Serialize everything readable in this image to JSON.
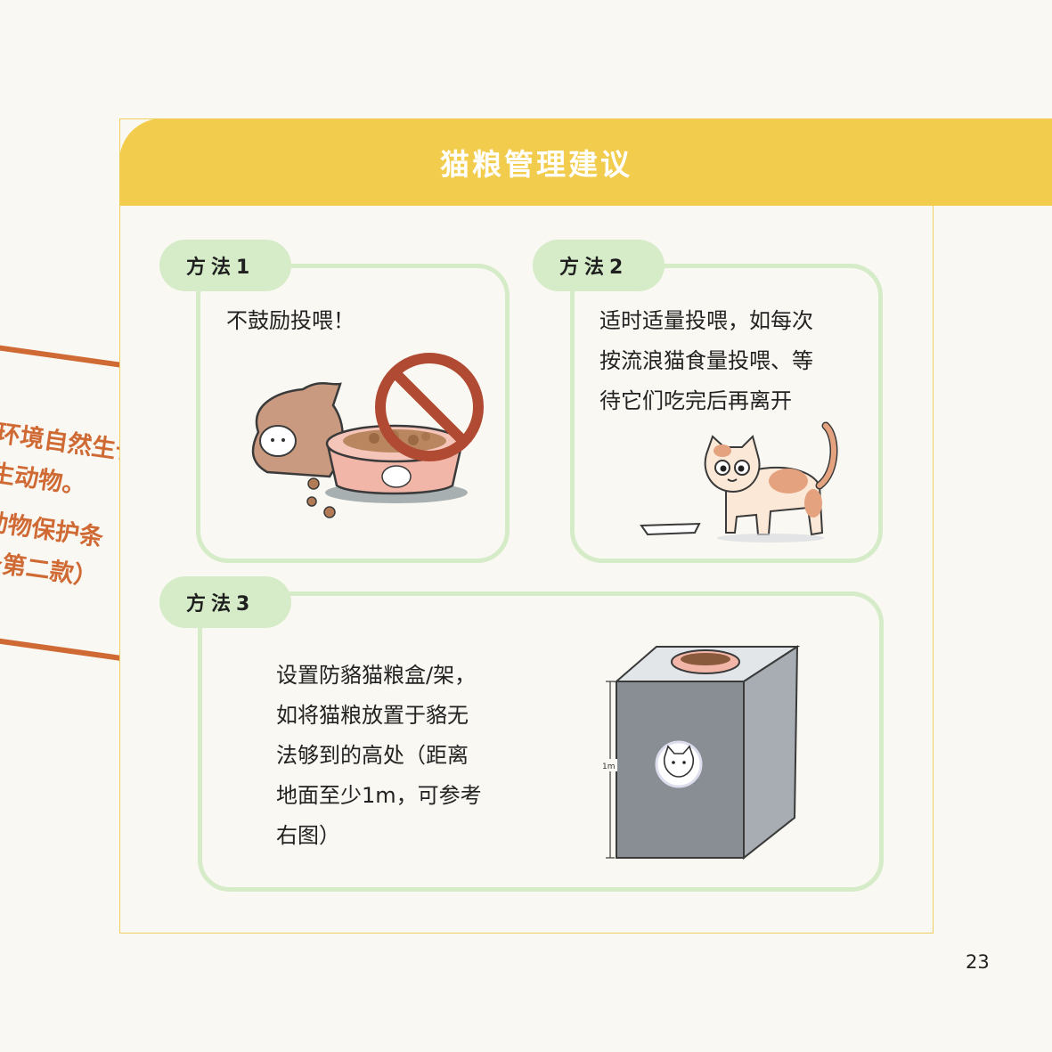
{
  "header": {
    "title": "猫粮管理建议"
  },
  "side_note": {
    "lines": [
      "环境自然生长",
      "生动物。",
      "动物保护条",
      "条第二款）"
    ]
  },
  "methods": [
    {
      "tag": "方法1",
      "text": [
        "不鼓励投喂！"
      ]
    },
    {
      "tag": "方法2",
      "text": [
        "适时适量投喂，如每次",
        "按流浪猫食量投喂、等",
        "待它们吃完后再离开"
      ]
    },
    {
      "tag": "方法3",
      "text": [
        "设置防貉猫粮盒/架，",
        "如将猫粮放置于貉无",
        "法够到的高处（距离",
        "地面至少1m，可参考",
        "右图）"
      ]
    }
  ],
  "illustration_labels": {
    "height_mark": "1m"
  },
  "page_number": "23",
  "colors": {
    "header": "#f2cc4d",
    "card_border": "#d6ecc9",
    "accent_orange": "#d06a35",
    "no_sign": "#b04a32"
  }
}
